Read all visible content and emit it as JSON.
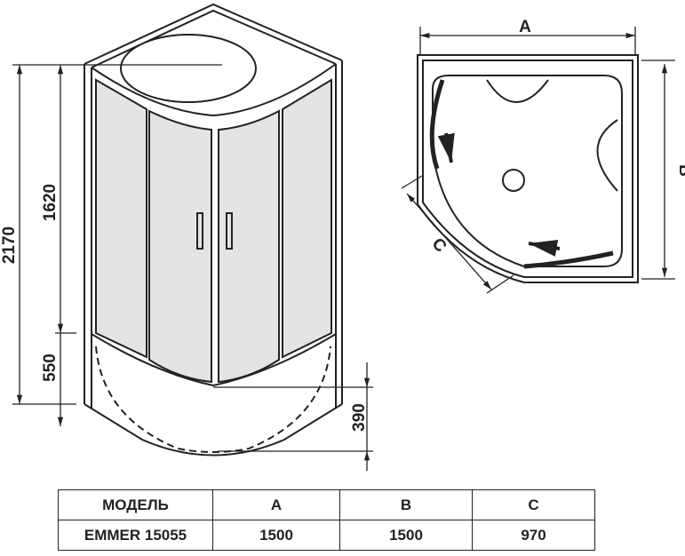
{
  "diagram": {
    "front_view": {
      "dimensions": {
        "total_height": "2170",
        "glass_height": "1620",
        "tray_height": "550",
        "tray_depth": "390"
      }
    },
    "plan_view": {
      "dimensions": {
        "width_label": "A",
        "depth_label": "B",
        "door_label": "C"
      }
    }
  },
  "table": {
    "headers": [
      "МОДЕЛЬ",
      "A",
      "B",
      "C"
    ],
    "rows": [
      [
        "EMMER 15055",
        "1500",
        "1500",
        "970"
      ]
    ]
  },
  "colors": {
    "line": "#222222",
    "glass": "#e4e4e4"
  }
}
